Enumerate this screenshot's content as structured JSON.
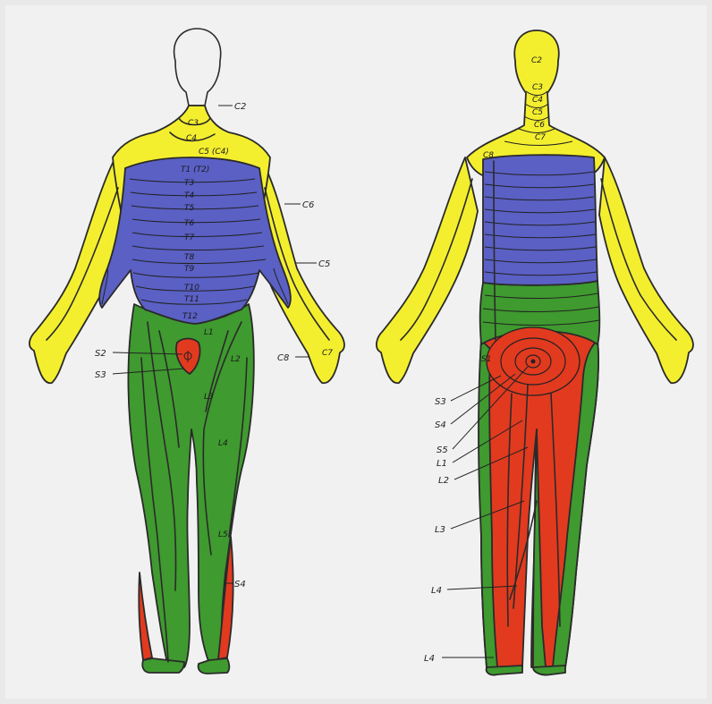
{
  "colors": {
    "paper": "#f2f1f1",
    "cervical": "#f4ef2e",
    "thoracic": "#5a60c4",
    "lumbar": "#3f9a2f",
    "sacral": "#e23a1f"
  },
  "front": {
    "labels": {
      "c2": "C2",
      "c3": "C3",
      "c4": "C4",
      "c5_c4": "C5 (C4)",
      "t1_t2": "T1 (T2)",
      "t3": "T3",
      "t4": "T4",
      "t5": "T5",
      "t6": "T6",
      "t7": "T7",
      "t8": "T8",
      "t9": "T9",
      "t10": "T10",
      "t11": "T11",
      "t12": "T12",
      "l1": "L1",
      "l2": "L2",
      "l3": "L3",
      "l4": "L4",
      "l5": "L5",
      "c6": "C6",
      "c5": "C5",
      "c8": "C8",
      "c7": "C7",
      "s2": "S2",
      "s3": "S3",
      "s4": "S4"
    }
  },
  "back": {
    "labels": {
      "c2": "C2",
      "c3": "C3",
      "c4": "C4",
      "c5": "C5",
      "c6": "C6",
      "c7": "C7",
      "c8": "C8",
      "s3": "S3",
      "s4": "S4",
      "s5": "S5",
      "l1": "L1",
      "l2": "L2",
      "l3": "L3",
      "l4": "L4",
      "l4b": "L4",
      "s1": "S1"
    }
  }
}
